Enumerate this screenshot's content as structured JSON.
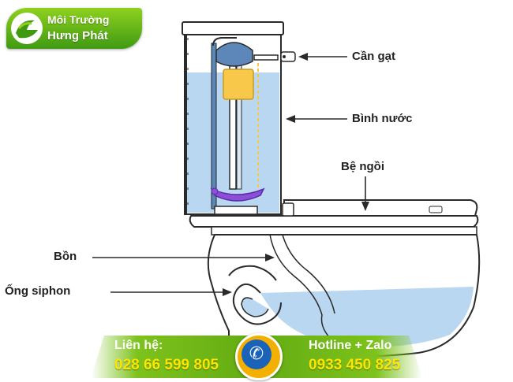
{
  "brand": {
    "name_line1": "Môi Trường",
    "name_line2": "Hưng Phát",
    "colors": {
      "logo_green": "#5cb018",
      "logo_dark_green": "#3f9a12"
    }
  },
  "labels": {
    "lever": "Cần gạt",
    "tank": "Bình nước",
    "seat": "Bệ ngồi",
    "bowl": "Bồn",
    "siphon": "Ống siphon"
  },
  "contact": {
    "contact_label": "Liên hệ:",
    "contact_number": "028 66 599 805",
    "hotline_label": "Hotline + Zalo",
    "hotline_number": "0933 450 825",
    "phone_icon": "phone-icon",
    "colors": {
      "banner_green": "#6bb41a",
      "number_yellow": "#ffe600",
      "phone_blue": "#1a63b8",
      "phone_ring": "#f4b000"
    }
  },
  "diagram": {
    "water_color": "#b9d7f0",
    "float_color": "#f7c84a",
    "flapper_color": "#8a4fd6",
    "line_color": "#2a2a2a"
  }
}
